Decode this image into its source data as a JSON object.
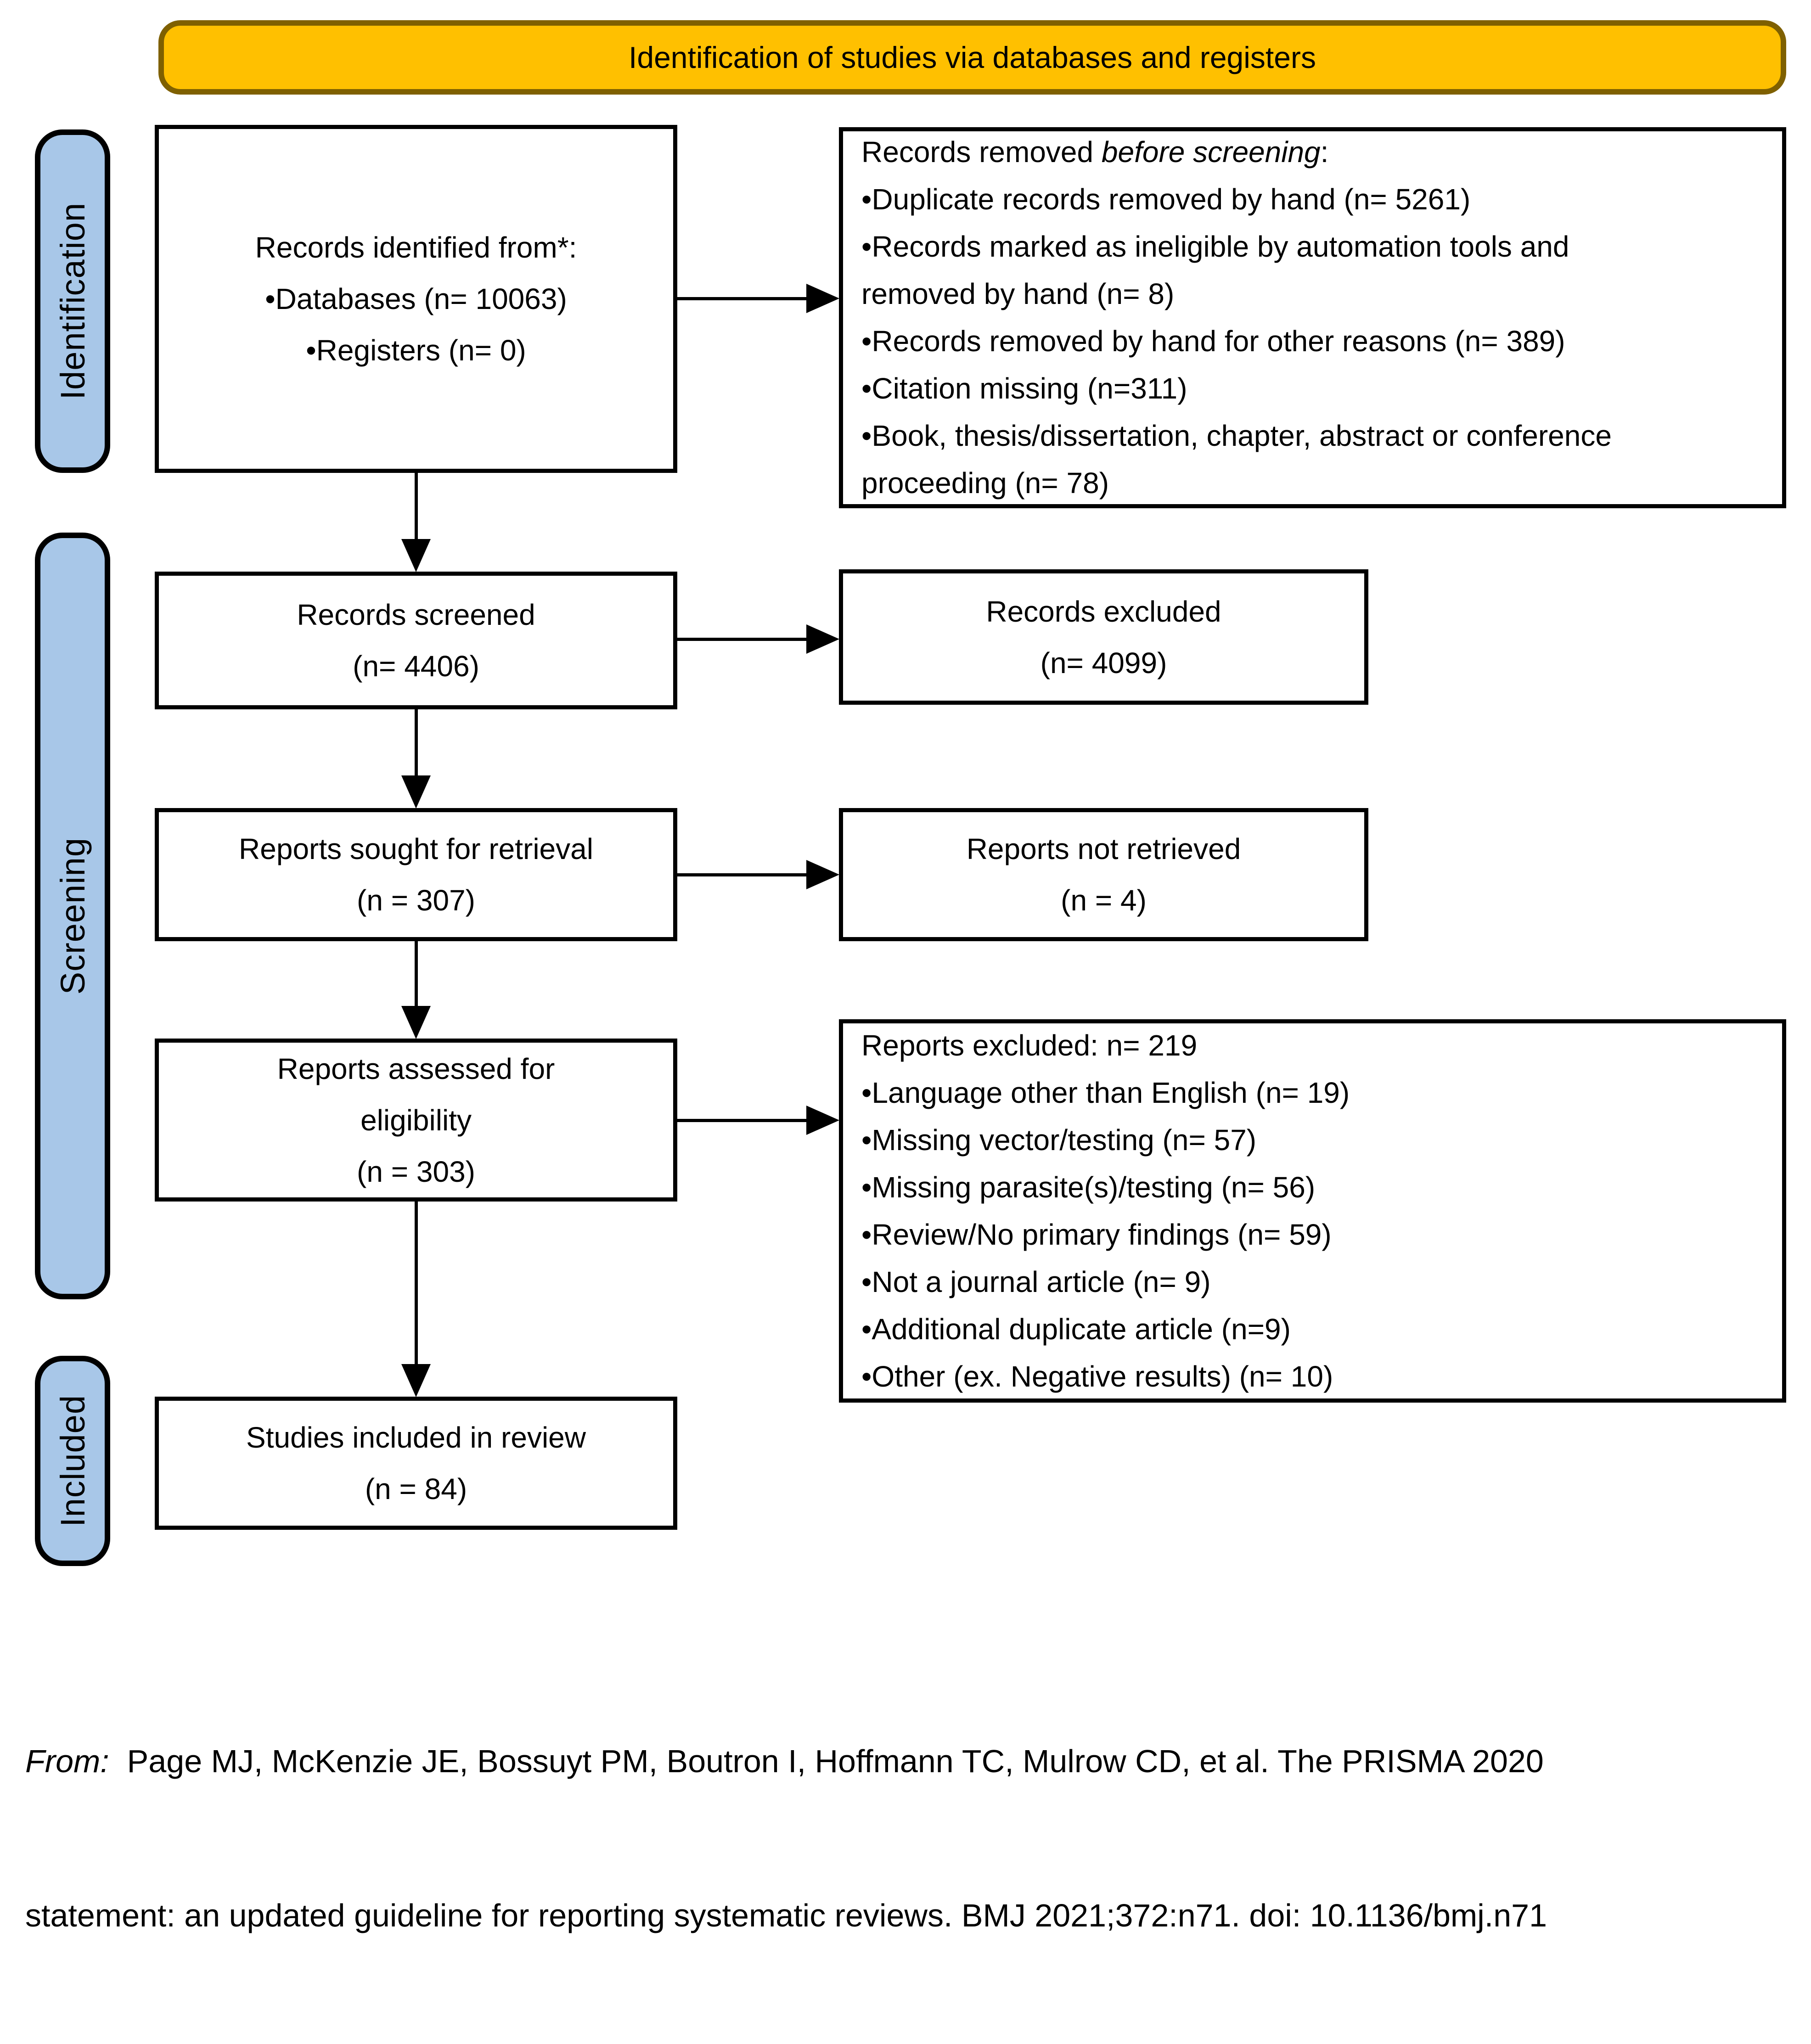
{
  "colors": {
    "banner_fill": "#FFC000",
    "banner_border": "#7F6000",
    "stage_fill": "#A8C7E8"
  },
  "banner": {
    "label": "Identification of studies via databases and registers"
  },
  "stages": [
    {
      "label": "Identification"
    },
    {
      "label": "Screening"
    },
    {
      "label": "Included"
    }
  ],
  "boxes": {
    "identified": {
      "lines": [
        "Records identified from*:",
        "•Databases (n= 10063)",
        "•Registers (n= 0)"
      ]
    },
    "removed": {
      "heading_prefix": "Records removed ",
      "heading_italic": "before screening",
      "heading_suffix": ":",
      "items": [
        "•Duplicate records removed by hand (n= 5261)",
        "•Records marked as ineligible by automation tools and\nremoved by hand (n= 8)",
        "•Records removed by hand for other reasons (n= 389)",
        "•Citation missing (n=311)",
        "•Book, thesis/dissertation, chapter, abstract or conference\nproceeding (n= 78)"
      ]
    },
    "screened": {
      "lines": [
        "Records screened",
        "(n= 4406)"
      ]
    },
    "excluded": {
      "lines": [
        "Records excluded",
        "(n= 4099)"
      ]
    },
    "sought": {
      "lines": [
        "Reports sought for retrieval",
        "(n = 307)"
      ]
    },
    "not_retrieved": {
      "lines": [
        "Reports not retrieved",
        "(n = 4)"
      ]
    },
    "assessed": {
      "lines": [
        "Reports assessed for",
        "eligibility",
        "(n = 303)"
      ]
    },
    "reports_excluded": {
      "heading": "Reports excluded: n= 219",
      "items": [
        "•Language other than English (n= 19)",
        "•Missing vector/testing (n= 57)",
        "•Missing parasite(s)/testing (n= 56)",
        "•Review/No primary findings (n= 59)",
        "•Not a journal article (n= 9)",
        "•Additional duplicate article (n=9)",
        "•Other (ex. Negative results) (n= 10)"
      ]
    },
    "included": {
      "lines": [
        "Studies included in review",
        "(n = 84)"
      ]
    }
  },
  "footer": {
    "from_label": "From:",
    "line1_rest": "  Page MJ, McKenzie JE, Bossuyt PM, Boutron I, Hoffmann TC, Mulrow CD, et al. The PRISMA 2020",
    "line2": "statement: an updated guideline for reporting systematic reviews. BMJ 2021;372:n71. doi: 10.1136/bmj.n71"
  }
}
